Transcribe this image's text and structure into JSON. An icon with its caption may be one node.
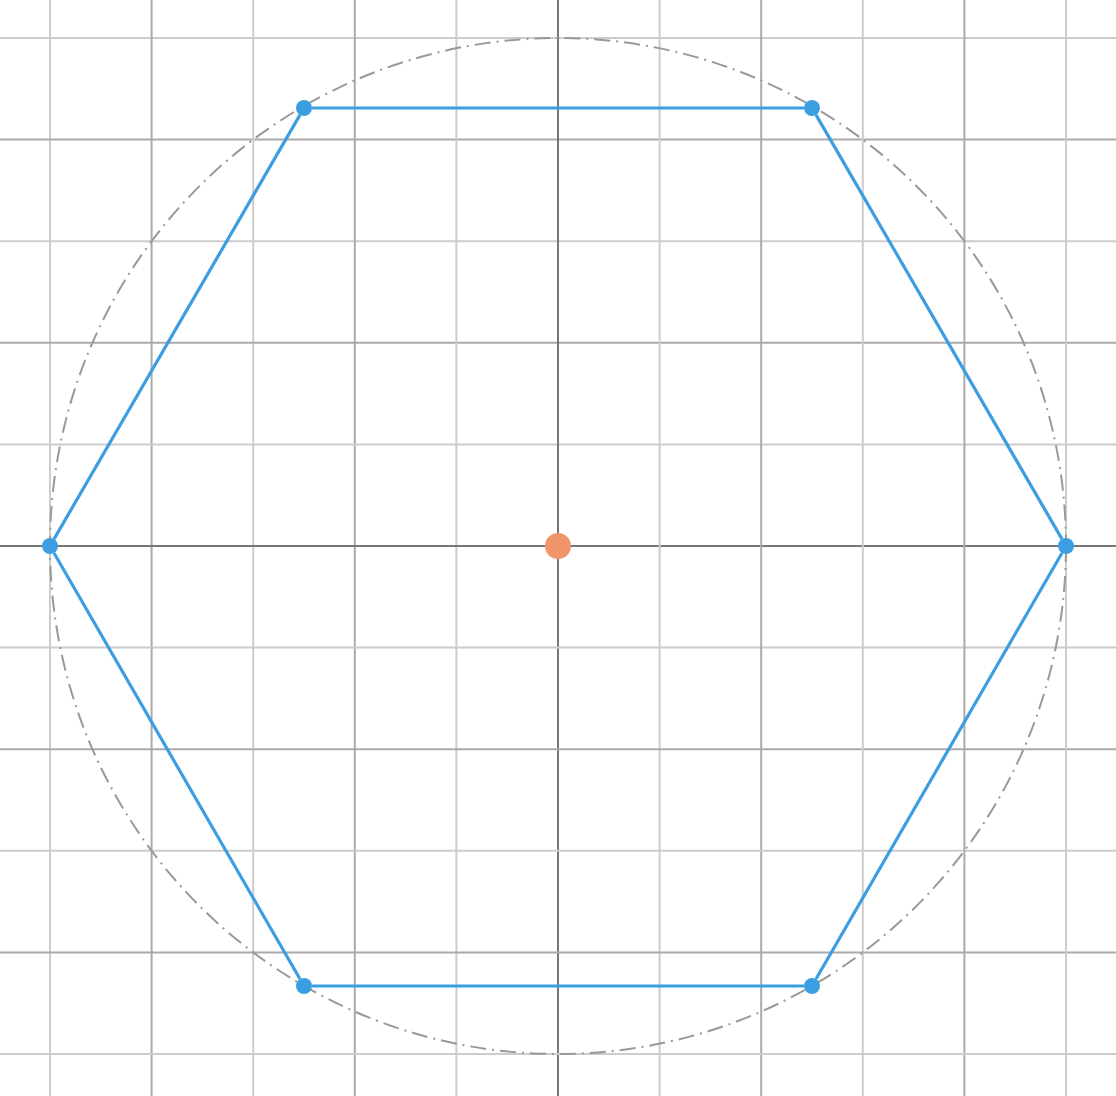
{
  "diagram": {
    "nodes": [
      {
        "text": [],
        "shape": "circle"
      },
      {
        "text": [],
        "shape": "circle"
      },
      {
        "text": [],
        "shape": "circle"
      },
      {
        "text": [],
        "shape": "circle"
      },
      {
        "text": [],
        "shape": "circle"
      },
      {
        "text": [],
        "shape": "circle"
      },
      {
        "text": [],
        "shape": "circle"
      }
    ],
    "edges": [
      {
        "from": 0,
        "to": 1,
        "arrow": "none"
      },
      {
        "from": 1,
        "to": 4,
        "arrow": "none"
      },
      {
        "from": 4,
        "to": 6,
        "arrow": "none"
      },
      {
        "from": 6,
        "to": 5,
        "arrow": "none"
      },
      {
        "from": 5,
        "to": 2,
        "arrow": "none"
      },
      {
        "from": 2,
        "to": 0,
        "arrow": "none"
      }
    ]
  }
}
